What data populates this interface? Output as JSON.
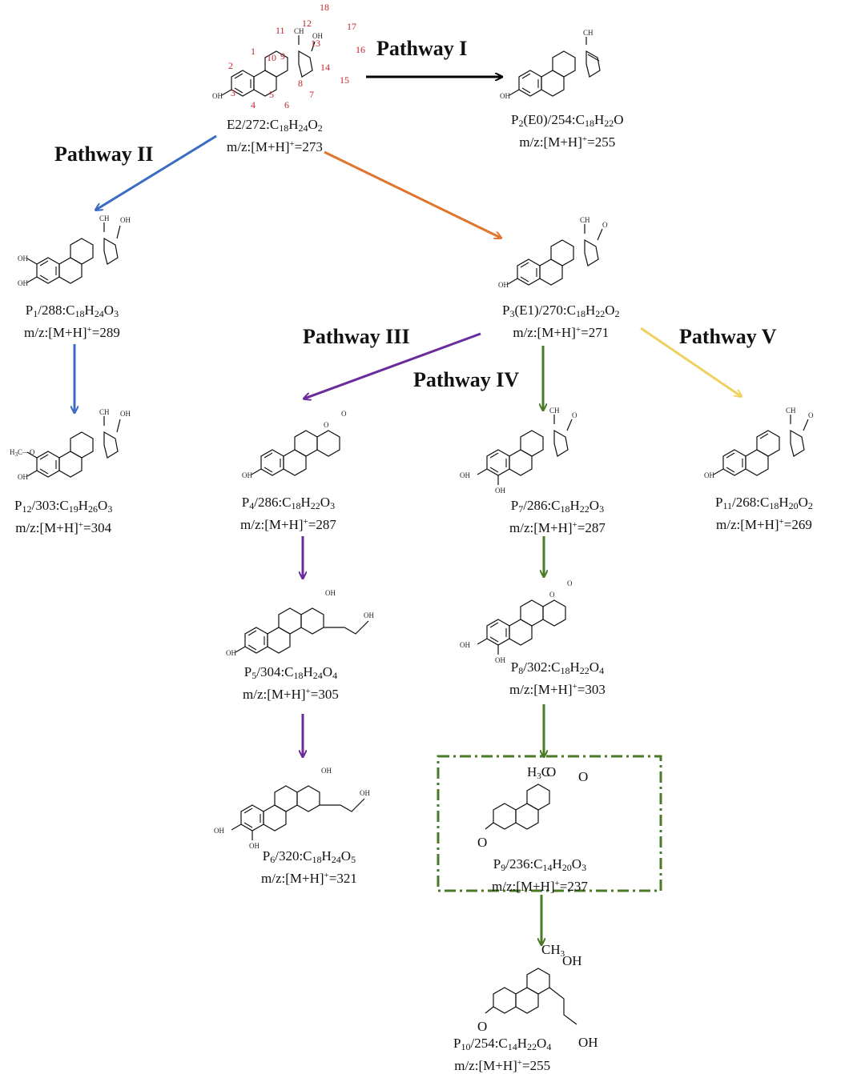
{
  "colors": {
    "pathway_I": "#000000",
    "pathway_II": "#3b6cc4",
    "pathway_orange": "#e0752d",
    "pathway_III": "#6a2c9a",
    "pathway_IV": "#4a7a26",
    "pathway_V": "#f0d060",
    "atom_numbers": "#c0262d"
  },
  "pathways": {
    "p1": "Pathway I",
    "p2": "Pathway II",
    "p3": "Pathway III",
    "p4": "Pathway IV",
    "p5": "Pathway V"
  },
  "compounds": {
    "E2": {
      "name": "E2/272:C",
      "f": [
        "18",
        "24",
        "2"
      ],
      "mz": "273"
    },
    "P2": {
      "name": "P",
      "idx": "2",
      "tail": "(E0)/254:C",
      "f": [
        "18",
        "22",
        ""
      ],
      "mz": "255"
    },
    "P1": {
      "name": "P",
      "idx": "1",
      "tail": "/288:C",
      "f": [
        "18",
        "24",
        "3"
      ],
      "mz": "289"
    },
    "P3": {
      "name": "P",
      "idx": "3",
      "tail": "(E1)/270:C",
      "f": [
        "18",
        "22",
        "2"
      ],
      "mz": "271"
    },
    "P12": {
      "name": "P",
      "idx": "12",
      "tail": "/303:C",
      "f": [
        "19",
        "26",
        "3"
      ],
      "mz": "304"
    },
    "P4": {
      "name": "P",
      "idx": "4",
      "tail": "/286:C",
      "f": [
        "18",
        "22",
        "3"
      ],
      "mz": "287"
    },
    "P7": {
      "name": "P",
      "idx": "7",
      "tail": "/286:C",
      "f": [
        "18",
        "22",
        "3"
      ],
      "mz": "287"
    },
    "P11": {
      "name": "P",
      "idx": "11",
      "tail": "/268:C",
      "f": [
        "18",
        "20",
        "2"
      ],
      "mz": "269"
    },
    "P5": {
      "name": "P",
      "idx": "5",
      "tail": "/304:C",
      "f": [
        "18",
        "24",
        "4"
      ],
      "mz": "305"
    },
    "P8": {
      "name": "P",
      "idx": "8",
      "tail": "/302:C",
      "f": [
        "18",
        "22",
        "4"
      ],
      "mz": "303"
    },
    "P6": {
      "name": "P",
      "idx": "6",
      "tail": "/320:C",
      "f": [
        "18",
        "24",
        "5"
      ],
      "mz": "321"
    },
    "P9": {
      "name": "P",
      "idx": "9",
      "tail": "/236:C",
      "f": [
        "14",
        "20",
        "3"
      ],
      "mz": "237"
    },
    "P10": {
      "name": "P",
      "idx": "10",
      "tail": "/254:C",
      "f": [
        "14",
        "22",
        "4"
      ],
      "mz": "255"
    }
  },
  "mz_prefix": "m/z:[M+H]",
  "mz_sup": "+",
  "atoms": {
    "OH": "OH",
    "O": "O",
    "CH3": "CH",
    "CH3_sub": "3",
    "H3C": "H",
    "H3C_sub": "3",
    "H3C_c": "C",
    "H3C_o": "H",
    "H3C_o_sub": "3",
    "H3C_o_c": "C"
  },
  "numbering": [
    "1",
    "2",
    "3",
    "4",
    "5",
    "6",
    "7",
    "8",
    "9",
    "10",
    "11",
    "12",
    "13",
    "14",
    "15",
    "16",
    "17",
    "18"
  ]
}
